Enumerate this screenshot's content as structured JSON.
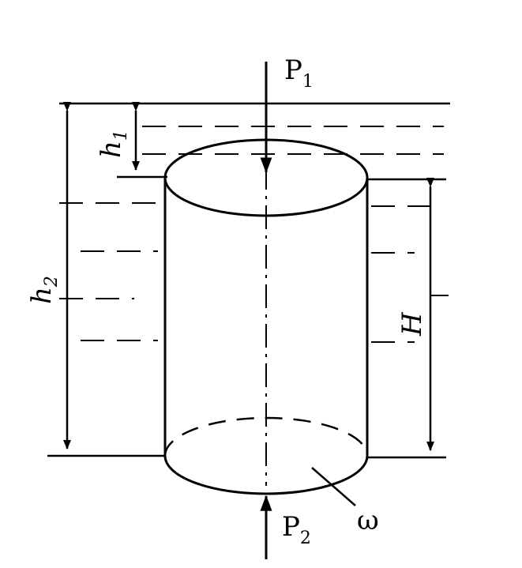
{
  "labels": {
    "p1": "P",
    "p1_sub": "1",
    "p2": "P",
    "p2_sub": "2",
    "h1": "h",
    "h1_sub": "1",
    "h2": "h",
    "h2_sub": "2",
    "H": "H",
    "omega": "ω"
  },
  "colors": {
    "ink": "#000000",
    "paper": "#ffffff"
  }
}
